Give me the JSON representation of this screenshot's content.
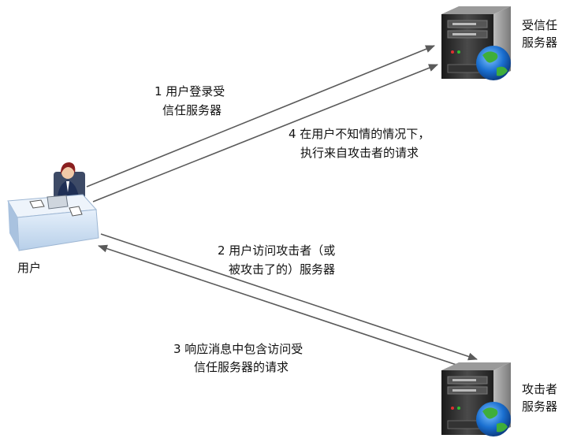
{
  "nodes": {
    "user": {
      "label": "用户"
    },
    "trusted_server": {
      "label_line1": "受信任",
      "label_line2": "服务器"
    },
    "attacker_server": {
      "label_line1": "攻击者",
      "label_line2": "服务器"
    }
  },
  "steps": [
    {
      "line1": "1 用户登录受",
      "line2": "信任服务器"
    },
    {
      "line1": "2 用户访问攻击者（或",
      "line2": "被攻击了的）服务器"
    },
    {
      "line1": "3 响应消息中包含访问受",
      "line2": "信任服务器的请求"
    },
    {
      "line1": "4 在用户不知情的情况下，",
      "line2": "执行来自攻击者的请求"
    }
  ],
  "colors": {
    "arrow": "#5a5a5a",
    "text": "#111111",
    "server_dark": "#2b2b2b",
    "desk": "#cfe0f3",
    "globe_blue": "#1a6fd0",
    "globe_green": "#3fae3a"
  },
  "icons": {
    "user": "person-at-desk-icon",
    "trusted_server": "server-globe-icon",
    "attacker_server": "server-globe-icon"
  }
}
